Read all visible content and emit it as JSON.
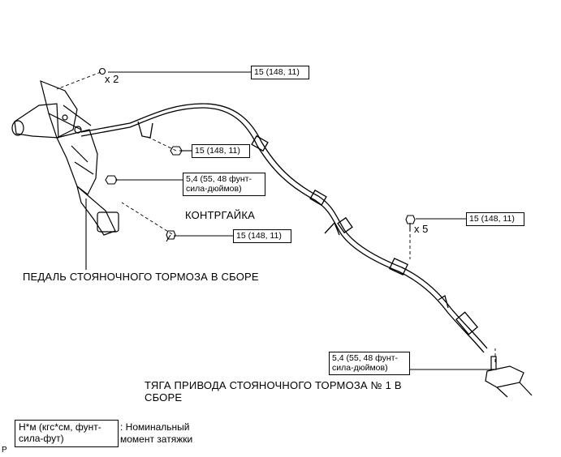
{
  "torque_specs": {
    "t1": "15 (148, 11)",
    "t2": "15 (148, 11)",
    "t3": "5,4 (55, 48 фунт-\nсила-дюймов)",
    "t4": "15 (148, 11)",
    "t5": "15 (148, 11)",
    "t6": "5,4 (55, 48 фунт-\nсила-дюймов)"
  },
  "multipliers": {
    "m1": "x 2",
    "m2": "x 5"
  },
  "labels": {
    "locknut": "КОНТРГАЙКА",
    "pedal": "ПЕДАЛЬ СТОЯНОЧНОГО ТОРМОЗА В СБОРЕ",
    "cable": "ТЯГА ПРИВОДА СТОЯНОЧНОГО ТОРМОЗА № 1 В\nСБОРЕ"
  },
  "legend": {
    "unit": "Н*м (кгс*см, фунт-\nсила-фут)",
    "description": ": Номинальный\nмомент затяжки"
  },
  "figure_code": "P"
}
